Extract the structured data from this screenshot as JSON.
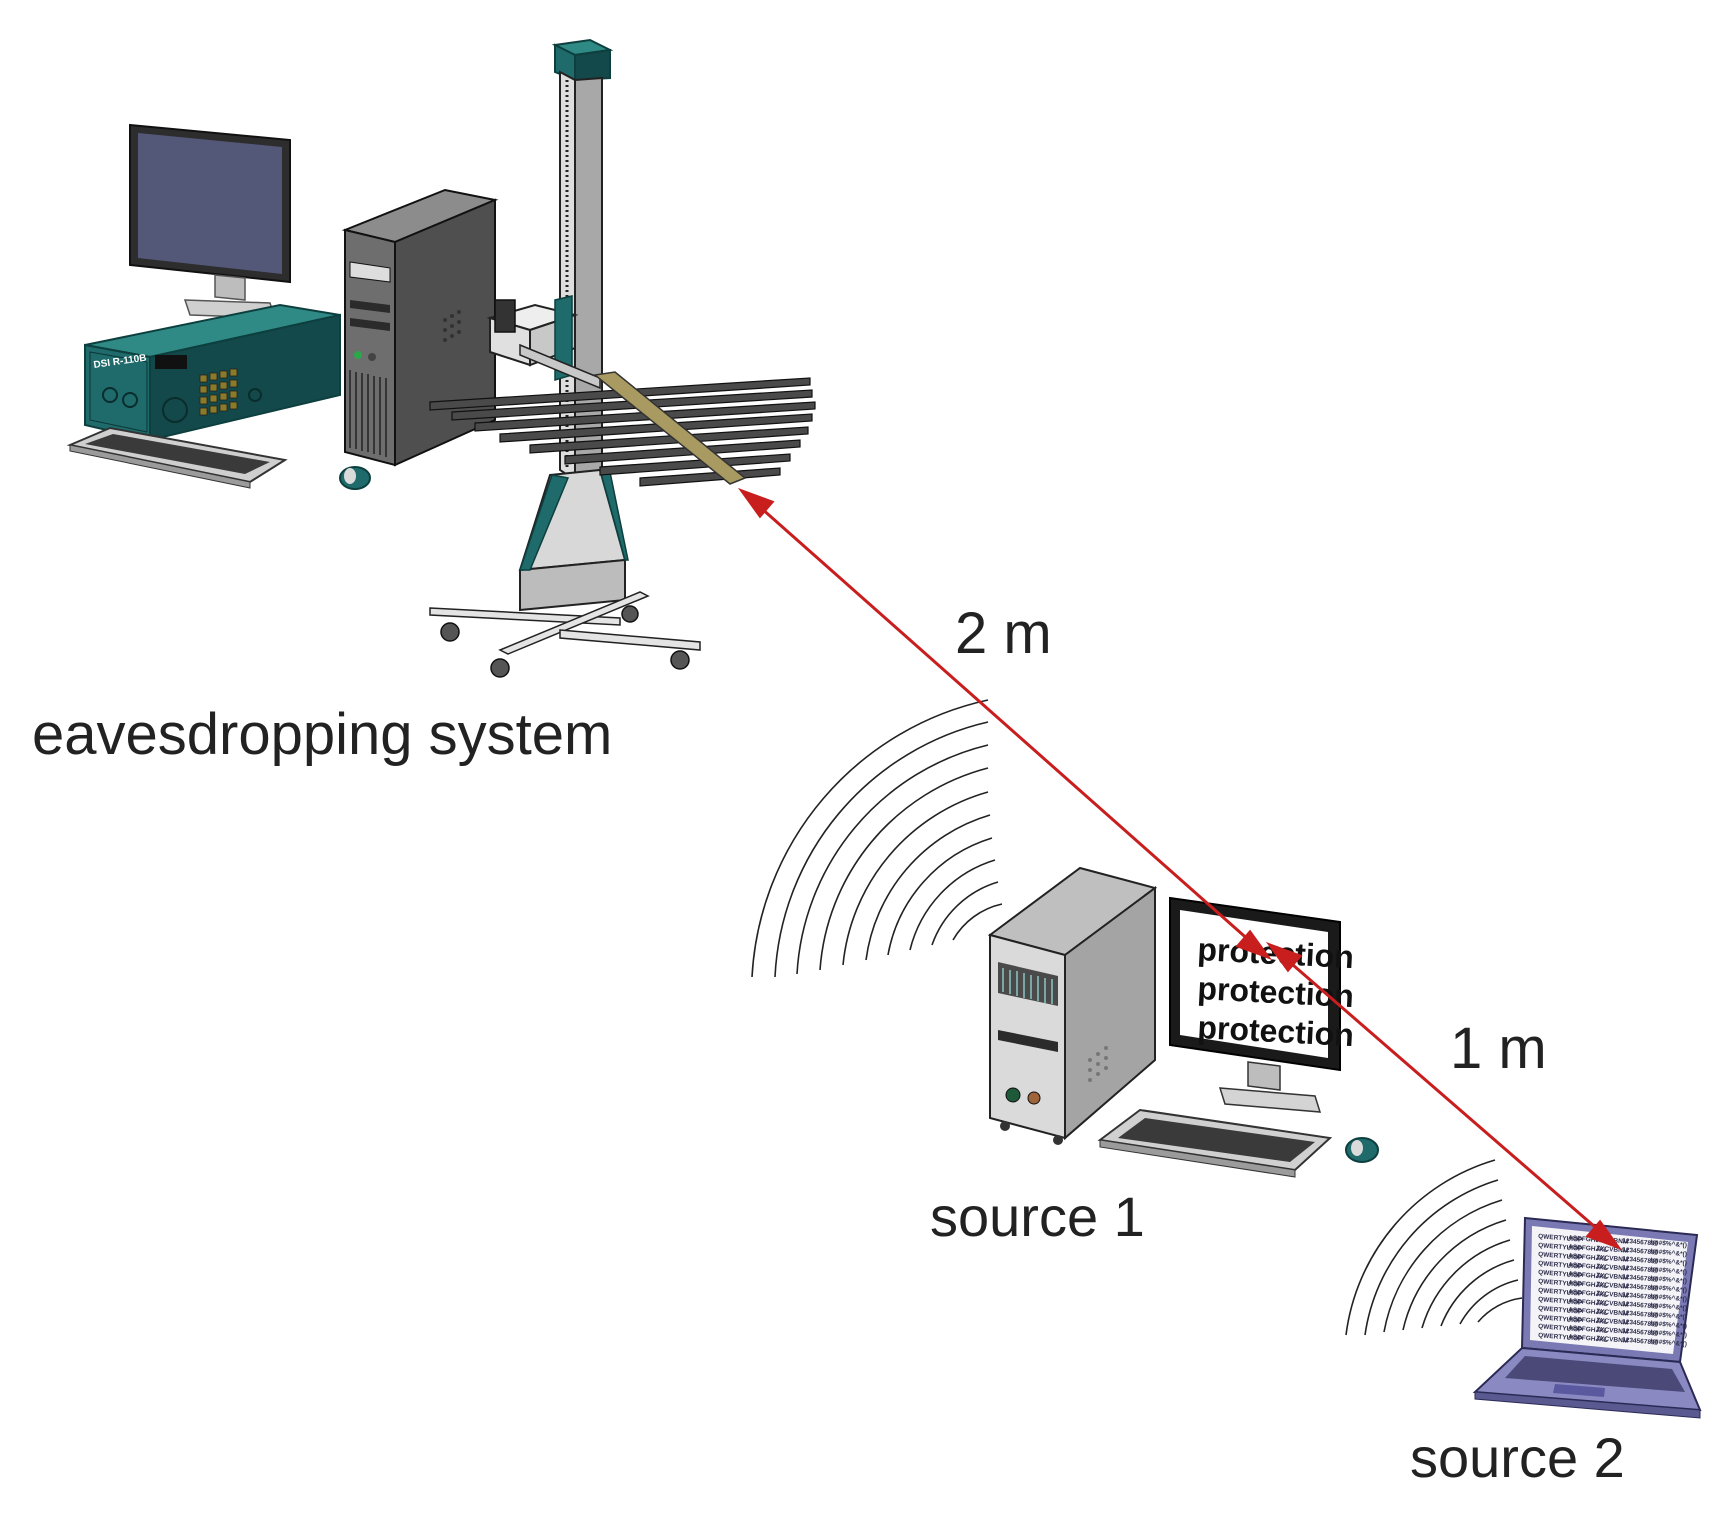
{
  "labels": {
    "eavesdropping_system": "eavesdropping system",
    "source_1": "source 1",
    "source_2": "source 2",
    "distance_1": "2 m",
    "distance_2": "1 m"
  },
  "receiver_panel": {
    "model": "DSI R-110B"
  },
  "source1_monitor": {
    "lines": [
      "protection",
      "protection",
      "protection"
    ]
  },
  "source2_screen": {
    "rows": [
      [
        "QWERTYUIOP",
        "ASDFGHJKL",
        "ZXCVBNM",
        "1234567890",
        "!@#$%^&*()"
      ],
      [
        "QWERTYUIOP",
        "ASDFGHJKL",
        "ZXCVBNM",
        "1234567890",
        "!@#$%^&*()"
      ],
      [
        "QWERTYUIOP",
        "ASDFGHJKL",
        "ZXCVBNM",
        "1234567890",
        "!@#$%^&*()"
      ],
      [
        "QWERTYUIOP",
        "ASDFGHJKL",
        "ZXCVBNM",
        "1234567890",
        "!@#$%^&*()"
      ],
      [
        "QWERTYUIOP",
        "ASDFGHJKL",
        "ZXCVBNM",
        "1234567890",
        "!@#$%^&*()"
      ],
      [
        "QWERTYUIOP",
        "ASDFGHJKL",
        "ZXCVBNM",
        "1234567890",
        "!@#$%^&*()"
      ],
      [
        "QWERTYUIOP",
        "ASDFGHJKL",
        "ZXCVBNM",
        "1234567890",
        "!@#$%^&*()"
      ],
      [
        "QWERTYUIOP",
        "ASDFGHJKL",
        "ZXCVBNM",
        "1234567890",
        "!@#$%^&*()"
      ],
      [
        "QWERTYUIOP",
        "ASDFGHJKL",
        "ZXCVBNM",
        "1234567890",
        "!@#$%^&*()"
      ],
      [
        "QWERTYUIOP",
        "ASDFGHJKL",
        "ZXCVBNM",
        "1234567890",
        "!@#$%^&*()"
      ],
      [
        "QWERTYUIOP",
        "ASDFGHJKL",
        "ZXCVBNM",
        "1234567890",
        "!@#$%^&*()"
      ],
      [
        "QWERTYUIOP",
        "ASDFGHJKL",
        "ZXCVBNM",
        "1234567890",
        "!@#$%^&*()"
      ]
    ]
  },
  "colors": {
    "arrow": "#c81e1e",
    "teal": "#1f6b6b",
    "teal_dark": "#13494a",
    "case_gray": "#c9c9c9",
    "tower_dark": "#5a5a5a",
    "monitor_screen": "#545878",
    "laptop_purple": "#7a79b3",
    "wave": "#222222"
  }
}
